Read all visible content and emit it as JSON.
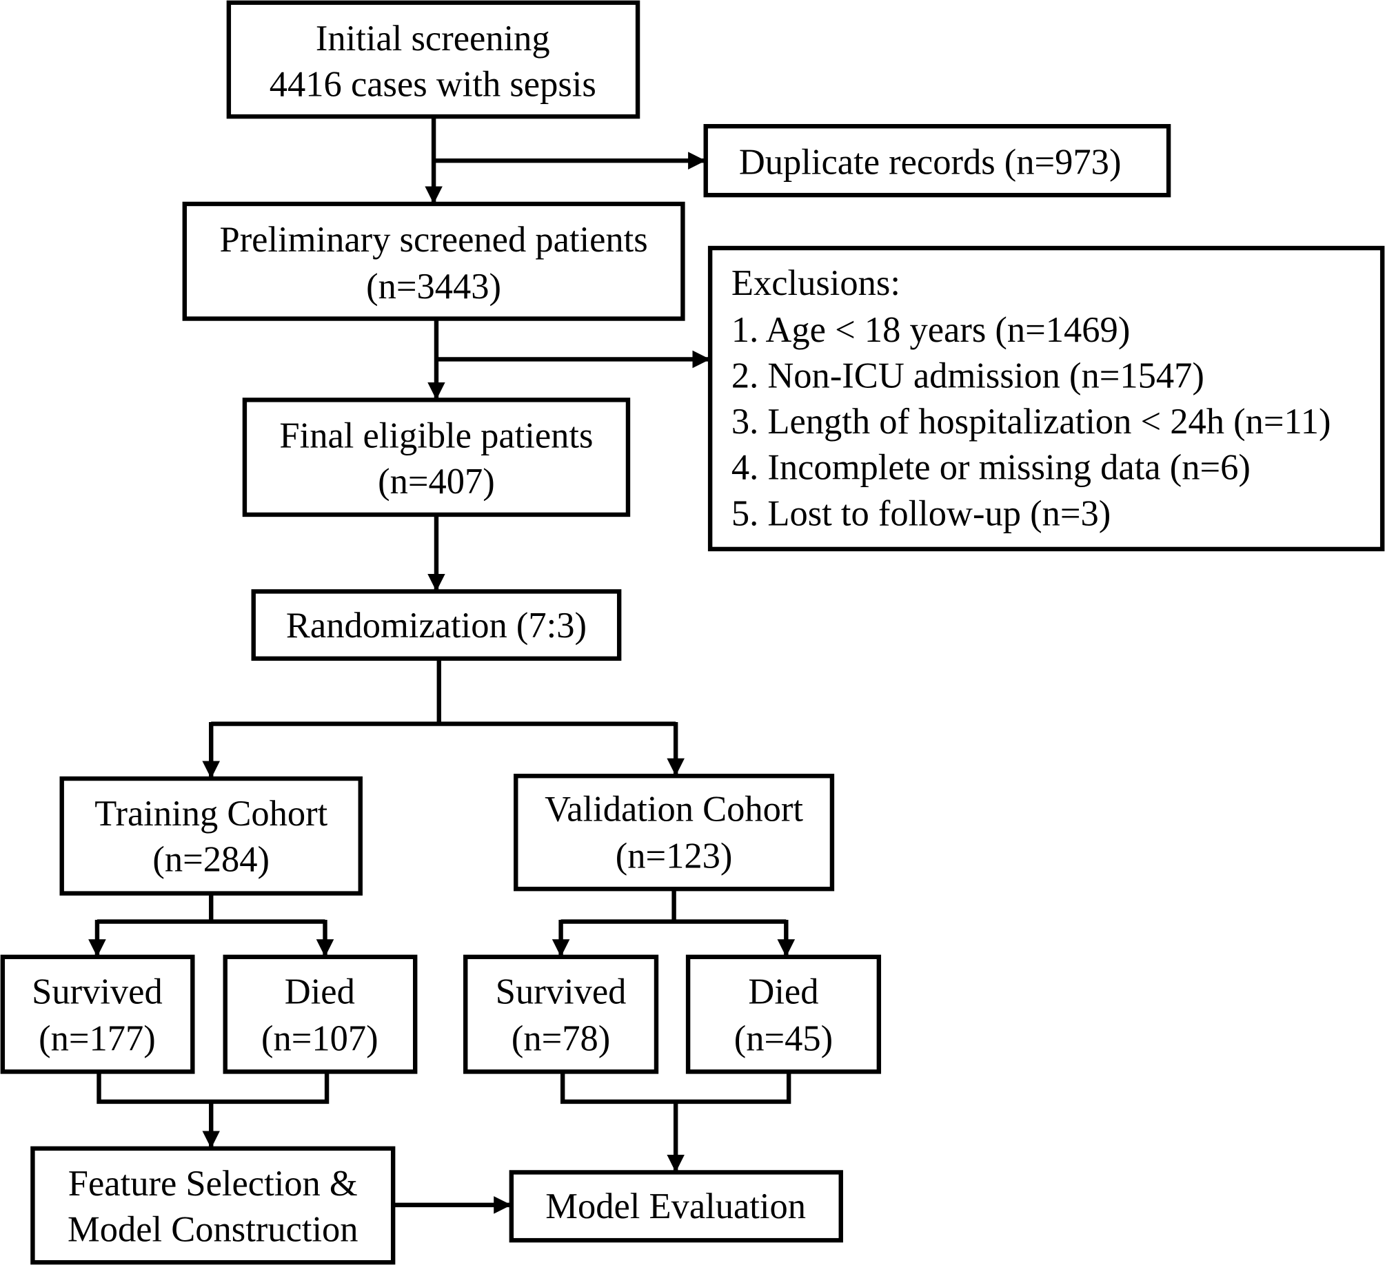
{
  "colors": {
    "stroke": "#000000",
    "background": "#ffffff"
  },
  "boxes": {
    "initial": [
      "Initial screening",
      "4416 cases with sepsis"
    ],
    "duplicate": [
      "Duplicate records (n=973)"
    ],
    "preliminary": [
      "Preliminary screened patients",
      "(n=3443)"
    ],
    "exclusions": [
      "Exclusions:",
      "1. Age < 18 years (n=1469)",
      "2. Non-ICU admission (n=1547)",
      "3. Length of hospitalization < 24h (n=11)",
      "4. Incomplete or missing data (n=6)",
      "5. Lost to follow-up (n=3)"
    ],
    "final": [
      "Final eligible patients",
      "(n=407)"
    ],
    "randomization": [
      "Randomization (7:3)"
    ],
    "training": [
      "Training Cohort",
      "(n=284)"
    ],
    "validation": [
      "Validation Cohort",
      "(n=123)"
    ],
    "train_survived": [
      "Survived",
      "(n=177)"
    ],
    "train_died": [
      "Died",
      "(n=107)"
    ],
    "val_survived": [
      "Survived",
      "(n=78)"
    ],
    "val_died": [
      "Died",
      "(n=45)"
    ],
    "feature": [
      "Feature Selection &",
      "Model Construction"
    ],
    "evaluation": [
      "Model Evaluation"
    ]
  }
}
